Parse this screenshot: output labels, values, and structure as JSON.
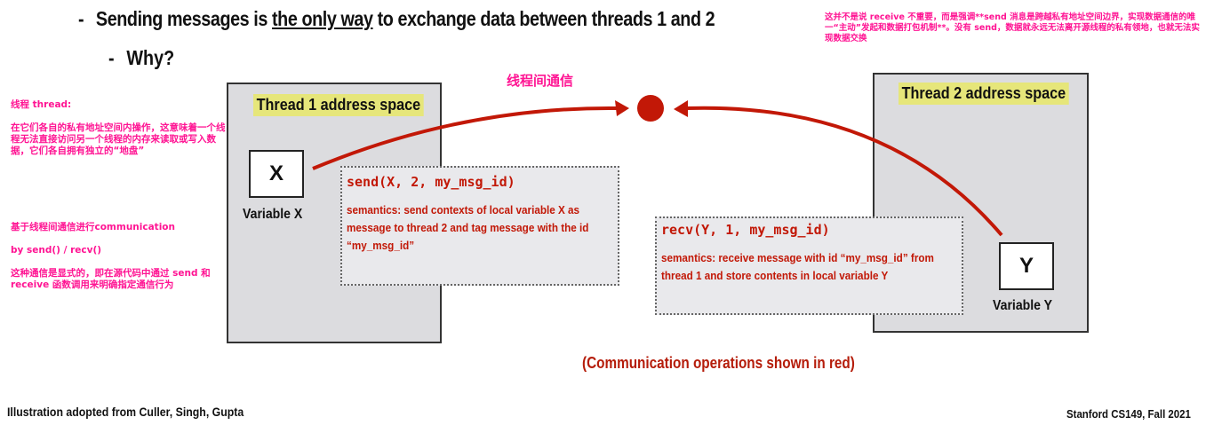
{
  "bullets": {
    "main_prefix": "Sending messages is ",
    "main_emphasis": "the only way",
    "main_suffix": " to exchange data between threads 1 and 2",
    "sub": "Why?"
  },
  "notes": {
    "top_right": "这并不是说 receive 不重要，而是强调**send 消息是跨越私有地址空间边界，实现数据通信的唯一“主动”发起和数据打包机制**。没有 send，数据就永远无法离开源线程的私有领地，也就无法实现数据交换",
    "thread_title": "线程 thread:",
    "thread_desc": "在它们各自的私有地址空间内操作，这意味着一个线程无法直接访问另一个线程的内存来读取或写入数据，它们各自拥有独立的“地盘”",
    "comm_title": "基于线程间通信进行communication",
    "comm_api": "by send() / recv()",
    "comm_desc": "这种通信是显式的，即在源代码中通过 send 和 receive 函数调用来明确指定通信行为",
    "center_label": "线程间通信"
  },
  "thread1": {
    "title": "Thread 1 address space",
    "var_symbol": "X",
    "var_label": "Variable X"
  },
  "thread2": {
    "title": "Thread 2 address space",
    "var_symbol": "Y",
    "var_label": "Variable Y"
  },
  "send_callout": {
    "code": "send(X, 2, my_msg_id)",
    "semantics": "semantics:  send contexts of local variable X as message to thread 2 and tag message with the id “my_msg_id”"
  },
  "recv_callout": {
    "code": "recv(Y, 1, my_msg_id)",
    "semantics": "semantics:  receive message with id “my_msg_id” from thread 1 and store contents in local variable Y"
  },
  "caption": "(Communication operations shown in red)",
  "footer": {
    "left": "Illustration adopted from Culler, Singh, Gupta",
    "right": "Stanford CS149, Fall 2021"
  },
  "colors": {
    "accent_red": "#c21807",
    "note_pink": "#ff1493",
    "title_highlight": "#e6e67a",
    "space_fill": "#dcdcdf"
  }
}
